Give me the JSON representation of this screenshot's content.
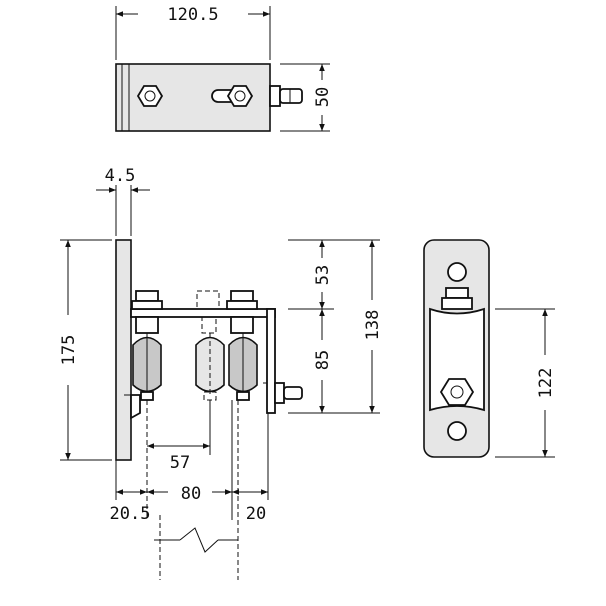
{
  "dimensions": {
    "top_width": "120.5",
    "top_height": "50",
    "plate_thickness": "4.5",
    "overall_height": "175",
    "upper_offset": "53",
    "lower_offset": "85",
    "bracket_height": "138",
    "roller_span": "57",
    "wheel_base": "80",
    "left_offset": "20.5",
    "right_offset": "20",
    "end_height": "122"
  },
  "colors": {
    "line": "#111111",
    "roller_fill": "#c8c8c8",
    "plate_fill": "#e6e6e6"
  }
}
